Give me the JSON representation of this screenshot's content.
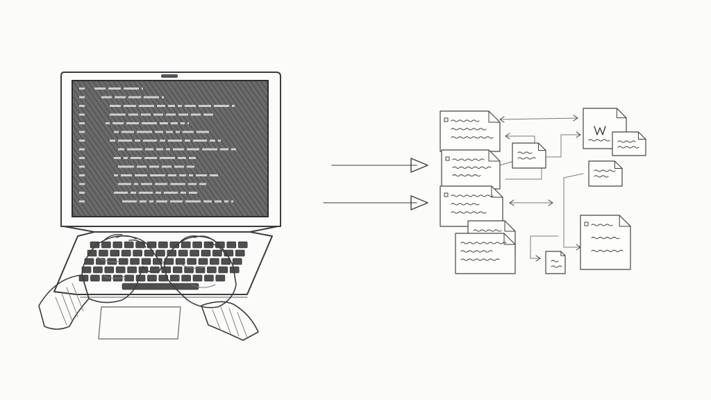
{
  "palette": {
    "background": "#fbfbfa",
    "ink": "#3c3c3c",
    "screen": "#5b5b5b",
    "code_ink": "#d8d8d8"
  },
  "scene": {
    "left_illustration": "laptop-with-typing-hands",
    "right_illustration": "document-flow-diagram",
    "icons": [
      "laptop-icon",
      "hand-icon",
      "arrow-right-icon",
      "document-icon"
    ]
  },
  "code_lines": 14,
  "documents": 10
}
